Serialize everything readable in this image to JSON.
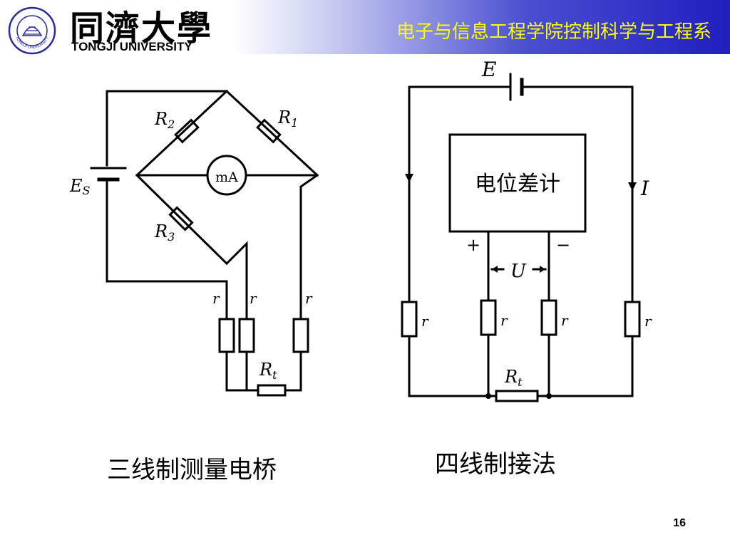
{
  "header": {
    "university_cn": "同濟大學",
    "university_en": "TONGJI UNIVERSITY",
    "seal_text": "TONGJI UNIVERSITY",
    "department": "电子与信息工程学院控制科学与工程系"
  },
  "bridge_diagram": {
    "caption": "三线制测量电桥",
    "labels": {
      "es": "E",
      "es_sub": "S",
      "r1": "R",
      "r1_sub": "1",
      "r2": "R",
      "r2_sub": "2",
      "r3": "R",
      "r3_sub": "3",
      "meter": "mA",
      "lead_r": "r",
      "rt": "R",
      "rt_sub": "t"
    }
  },
  "four_wire_diagram": {
    "caption": "四线制接法",
    "labels": {
      "e": "E",
      "potentiometer": "电位差计",
      "current": "I",
      "plus": "+",
      "minus": "−",
      "u": "U",
      "lead_r": "r",
      "rt": "R",
      "rt_sub": "t"
    }
  },
  "page_number": "16",
  "colors": {
    "header_dark": "#1f1fbe",
    "department_text": "#ffff00"
  }
}
